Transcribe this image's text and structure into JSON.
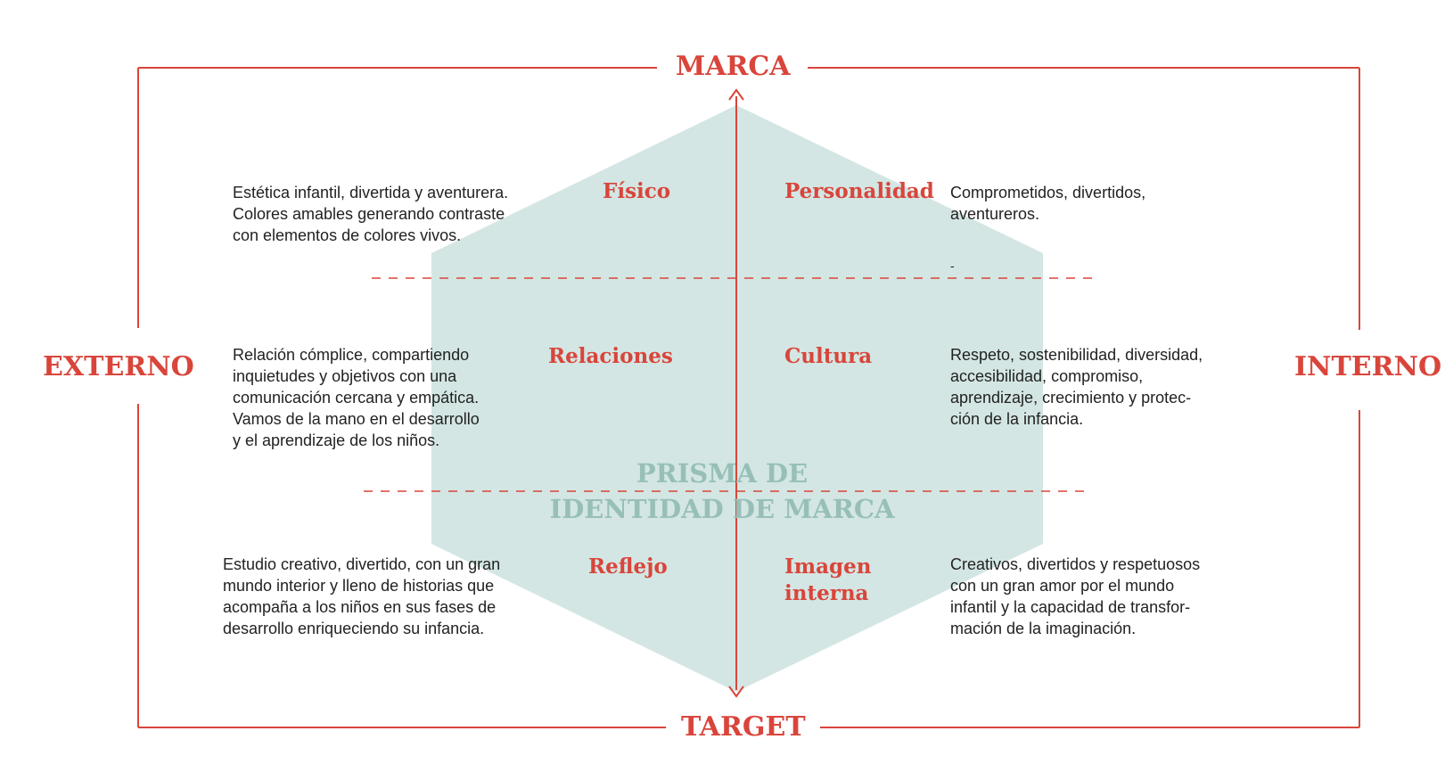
{
  "colors": {
    "accent": "#d9453b",
    "prism_fill": "#d3e6e3",
    "prism_title": "#97bfb8",
    "text": "#222222"
  },
  "axes": {
    "top": "MARCA",
    "bottom": "TARGET",
    "left": "EXTERNO",
    "right": "INTERNO"
  },
  "center_title": {
    "line1": "PRISMA DE",
    "line2": "IDENTIDAD DE MARCA"
  },
  "dimensions": {
    "fisico": {
      "label": "Físico",
      "text": [
        "Estética infantil, divertida y aventurera.",
        "Colores amables generando contraste",
        "con elementos de colores vivos."
      ]
    },
    "personalidad": {
      "label": "Personalidad",
      "text": [
        "Comprometidos, divertidos,",
        "aventureros."
      ],
      "extra_mark": "-"
    },
    "relaciones": {
      "label": "Relaciones",
      "text": [
        "Relación cómplice, compartiendo",
        "inquietudes y objetivos con una",
        "comunicación cercana y empática.",
        "Vamos de la mano en el desarrollo",
        "y el aprendizaje de los niños."
      ]
    },
    "cultura": {
      "label": "Cultura",
      "text": [
        "Respeto, sostenibilidad, diversidad,",
        "accesibilidad, compromiso,",
        "aprendizaje, crecimiento y protec-",
        "ción de la infancia."
      ]
    },
    "reflejo": {
      "label": "Reflejo",
      "text": [
        "Estudio creativo, divertido, con un gran",
        "mundo interior y lleno de historias que",
        "acompaña a los niños en sus fases de",
        "desarrollo enriqueciendo su infancia."
      ]
    },
    "imagen_interna": {
      "label_line1": "Imagen",
      "label_line2": "interna",
      "text": [
        "Creativos, divertidos y respetuosos",
        "con un gran amor por el mundo",
        "infantil y la capacidad de transfor-",
        "mación de la imaginación."
      ]
    }
  }
}
